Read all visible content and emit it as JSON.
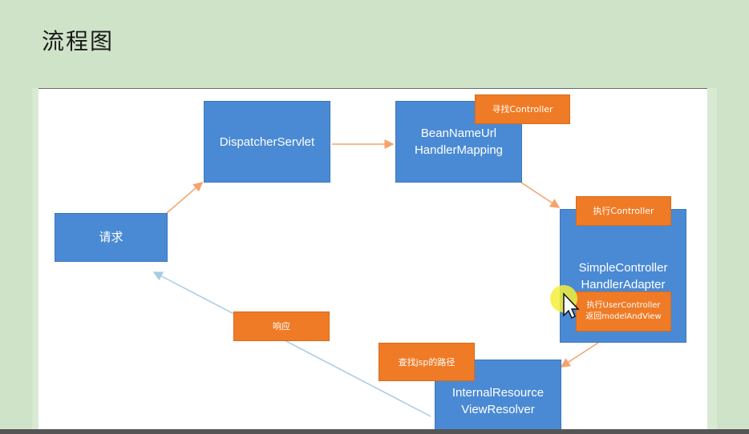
{
  "title": "流程图",
  "nodes": {
    "request": "请求",
    "dispatcher": "DispatcherServlet",
    "mapping": "BeanNameUrl\nHandlerMapping",
    "adapter": "SimpleController\nHandlerAdapter",
    "resolver": "InternalResource\nViewResolver"
  },
  "notes": {
    "find_controller": "寻找Controller",
    "exec_controller": "执行Controller",
    "exec_user_controller": "执行UserController\n返回modelAndView",
    "find_jsp": "查找jsp的路径",
    "response": "响应"
  },
  "colors": {
    "node_fill": "#4a8ad4",
    "note_fill": "#f07b26",
    "arrow_orange": "#f5a36b",
    "arrow_blue": "#a9cbe3",
    "slide_bg": "#cfe3c9"
  },
  "icons": {
    "cursor": "cursor-arrow-icon"
  }
}
